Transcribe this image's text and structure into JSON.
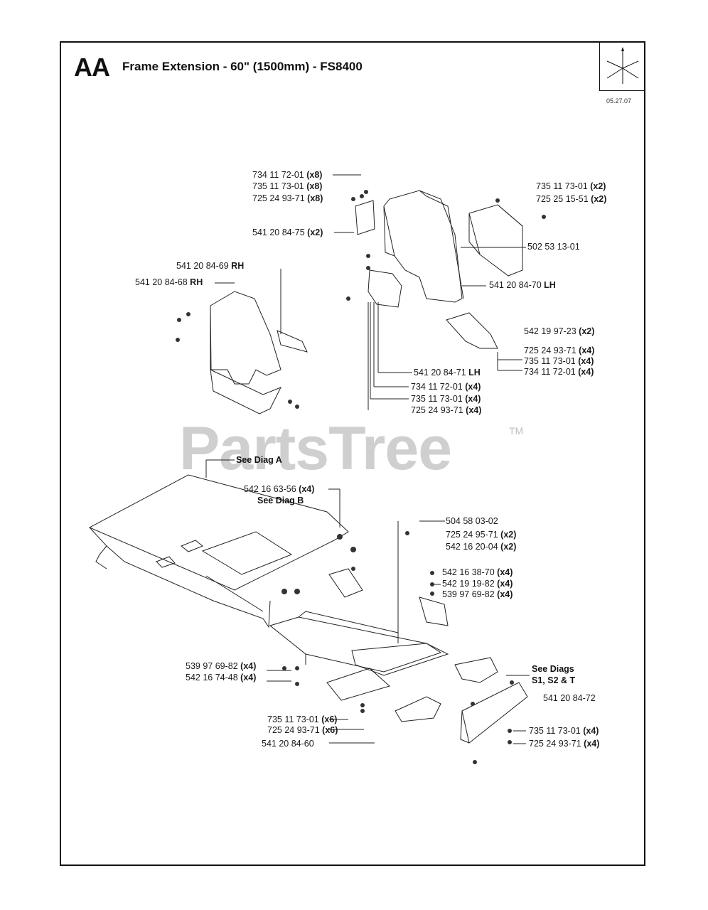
{
  "header": {
    "code": "AA",
    "title": "Frame Extension - 60\" (1500mm) - FS8400",
    "date": "05.27.07"
  },
  "watermark": {
    "text": "PartsTree",
    "tm": "TM"
  },
  "parts": [
    {
      "num": "734 11 72-01",
      "qty": "(x8)"
    },
    {
      "num": "735 11 73-01",
      "qty": "(x8)"
    },
    {
      "num": "725 24 93-71",
      "qty": "(x8)"
    },
    {
      "num": "541 20 84-75",
      "qty": "(x2)"
    },
    {
      "num": "735 11 73-01",
      "qty": "(x2)"
    },
    {
      "num": "725 25 15-51",
      "qty": "(x2)"
    },
    {
      "num": "502 53 13-01",
      "qty": ""
    },
    {
      "num": "541 20 84-69",
      "qty": "RH"
    },
    {
      "num": "541 20 84-68",
      "qty": "RH"
    },
    {
      "num": "541 20 84-70",
      "qty": "LH"
    },
    {
      "num": "542 19 97-23",
      "qty": "(x2)"
    },
    {
      "num": "725 24 93-71",
      "qty": "(x4)"
    },
    {
      "num": "735 11 73-01",
      "qty": "(x4)"
    },
    {
      "num": "734 11 72-01",
      "qty": "(x4)"
    },
    {
      "num": "541 20 84-71",
      "qty": "LH"
    },
    {
      "num": "734 11 72-01",
      "qty": "(x4)"
    },
    {
      "num": "735 11 73-01",
      "qty": "(x4)"
    },
    {
      "num": "725 24 93-71",
      "qty": "(x4)"
    },
    {
      "num": "542 16 63-56",
      "qty": "(x4)"
    },
    {
      "num": "504 58 03-02",
      "qty": ""
    },
    {
      "num": "725 24 95-71",
      "qty": "(x2)"
    },
    {
      "num": "542 16 20-04",
      "qty": "(x2)"
    },
    {
      "num": "542 16 38-70",
      "qty": "(x4)"
    },
    {
      "num": "542 19 19-82",
      "qty": "(x4)"
    },
    {
      "num": "539 97 69-82",
      "qty": "(x4)"
    },
    {
      "num": "539 97 69-82",
      "qty": "(x4)"
    },
    {
      "num": "542 16 74-48",
      "qty": "(x4)"
    },
    {
      "num": "541 20 84-72",
      "qty": ""
    },
    {
      "num": "735 11 73-01",
      "qty": "(x6)"
    },
    {
      "num": "725 24 93-71",
      "qty": "(x6)"
    },
    {
      "num": "541 20 84-60",
      "qty": ""
    },
    {
      "num": "735 11 73-01",
      "qty": "(x4)"
    },
    {
      "num": "725 24 93-71",
      "qty": "(x4)"
    }
  ],
  "notes": {
    "see_a": "See Diag A",
    "see_b": "See Diag B",
    "see_s": "See Diags",
    "see_s2": "S1, S2 & T"
  }
}
